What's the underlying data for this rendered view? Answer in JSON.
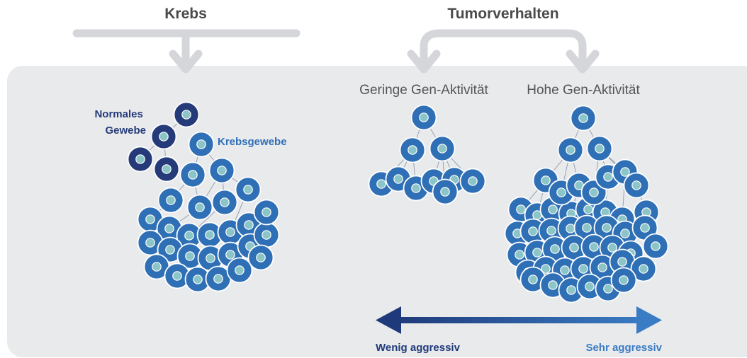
{
  "headers": {
    "left": "Krebs",
    "right": "Tumorverhalten"
  },
  "labels": {
    "normal_line1": "Normales",
    "normal_line2": "Gewebe",
    "cancer": "Krebsgewebe",
    "low_gene": "Geringe Gen-Aktivität",
    "high_gene": "Hohe Gen-Aktivität"
  },
  "scale": {
    "left": "Wenig aggressiv",
    "right": "Sehr aggressiv"
  },
  "colors": {
    "panel": "#e9eaec",
    "arrow_gray": "#d4d6d9",
    "normal_cell": "#253a78",
    "cancer_cell": "#2f6fb6",
    "nucleus": "#8cc5c7",
    "dark_blue": "#1f3a7a",
    "light_blue": "#3a7cc4"
  }
}
